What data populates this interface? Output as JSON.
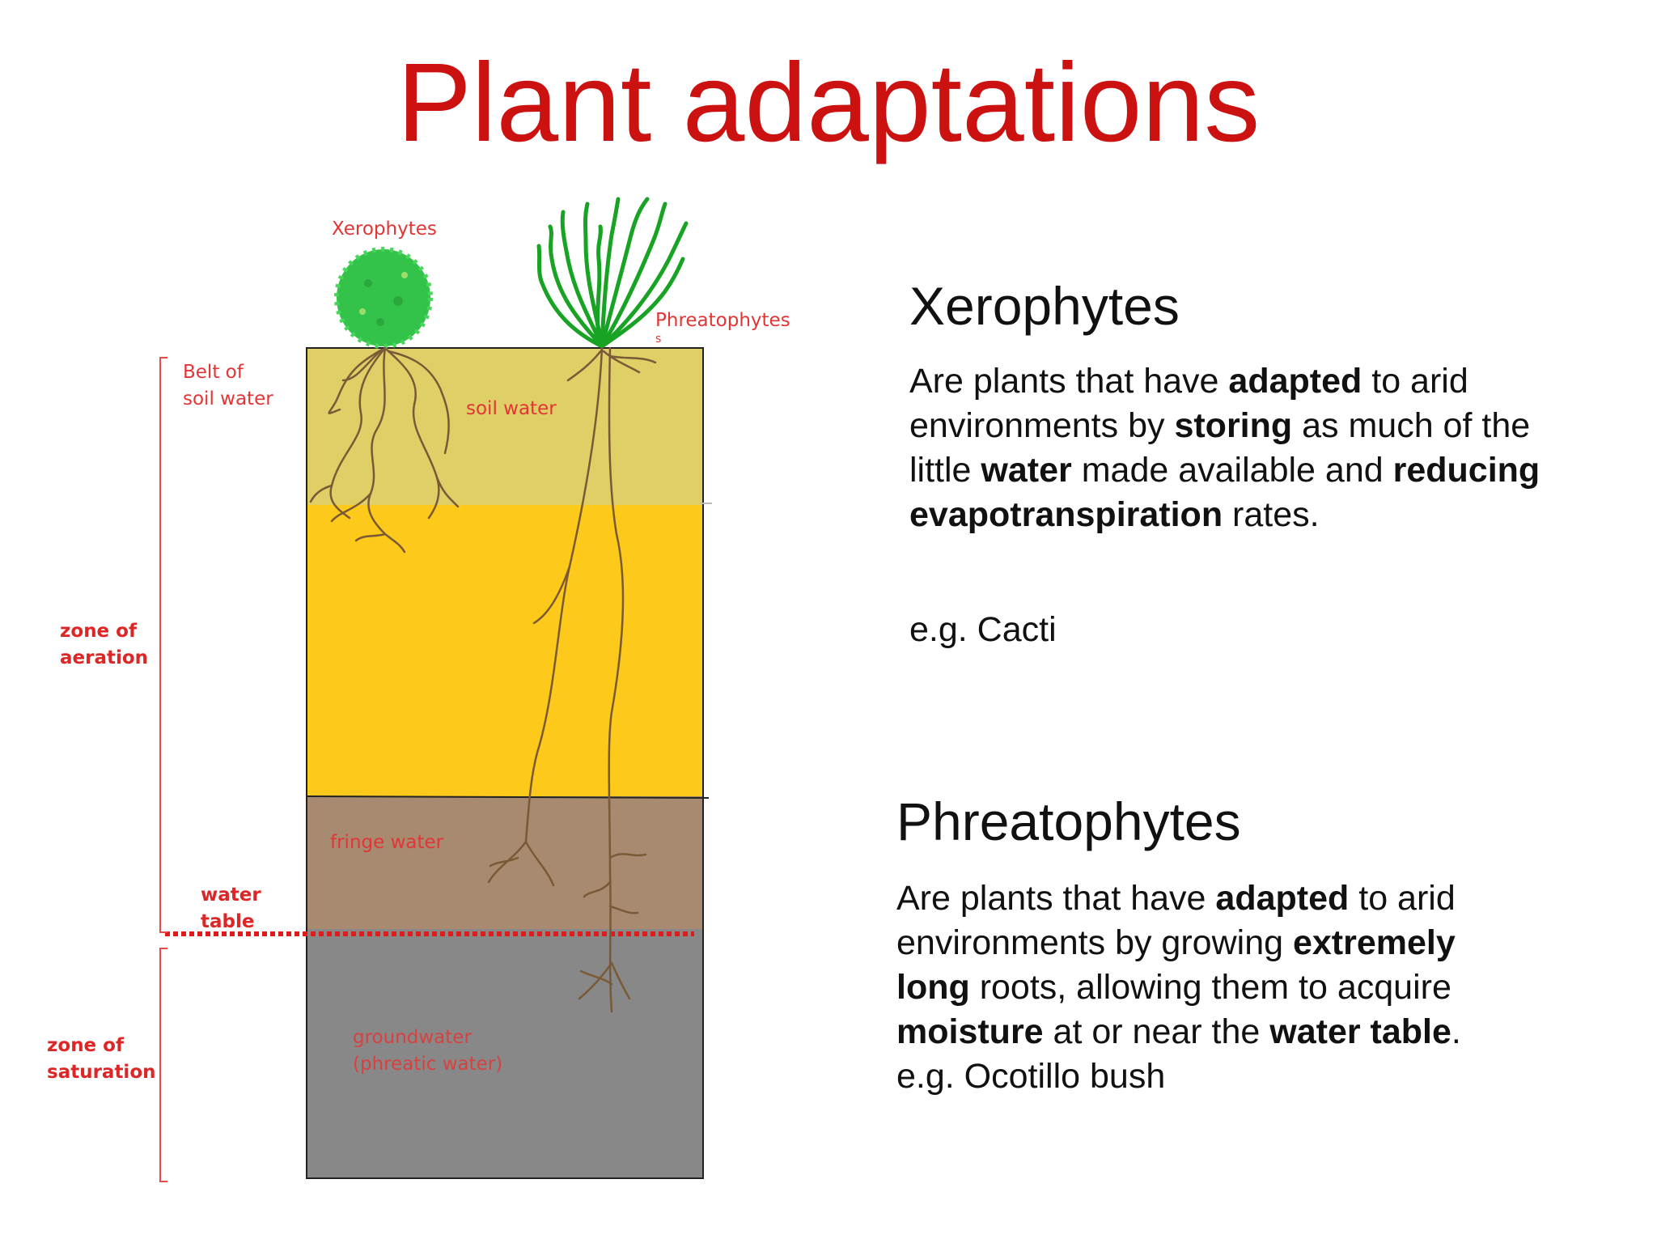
{
  "slide": {
    "title": "Plant adaptations"
  },
  "colors": {
    "title": "#cc1111",
    "label": "#e23535",
    "soil_water_band": "#ded067",
    "aeration_band": "#fdc91b",
    "fringe_band": "#a78a6f",
    "groundwater_band": "#888888",
    "roots": "#7a5a36",
    "xerophyte_foliage": "#33c24a",
    "phreatophyte_foliage": "#19a324"
  },
  "diagram": {
    "plant_labels": {
      "xerophytes": "Xerophytes",
      "phreatophytes": "Phreatophytes",
      "phreatophytes_overflow": "s"
    },
    "layer_labels": {
      "soil_water": "soil water",
      "fringe_water": "fringe water",
      "groundwater": "groundwater\n(phreatic water)"
    },
    "zone_labels": {
      "belt_of_soil_water": "Belt of\nsoil water",
      "zone_of_aeration": "zone of\naeration",
      "water_table": "water\ntable",
      "zone_of_saturation": "zone of\nsaturation"
    }
  },
  "xerophytes": {
    "heading": "Xerophytes",
    "text": [
      {
        "t": "Are plants that have "
      },
      {
        "t": "adapted",
        "b": true
      },
      {
        "t": " to arid environments by "
      },
      {
        "t": "storing",
        "b": true
      },
      {
        "t": " as much of the little "
      },
      {
        "t": "water",
        "b": true
      },
      {
        "t": " made available and "
      },
      {
        "t": "reducing evapotranspiration",
        "b": true
      },
      {
        "t": " rates."
      }
    ],
    "example": "e.g. Cacti"
  },
  "phreatophytes": {
    "heading": "Phreatophytes",
    "text": [
      {
        "t": "Are plants that have "
      },
      {
        "t": "adapted",
        "b": true
      },
      {
        "t": " to arid environments by growing "
      },
      {
        "t": "extremely long",
        "b": true
      },
      {
        "t": " roots, allowing them to acquire "
      },
      {
        "t": "moisture",
        "b": true
      },
      {
        "t": " at or near the "
      },
      {
        "t": "water table",
        "b": true
      },
      {
        "t": ". e.g. Ocotillo bush"
      }
    ]
  }
}
